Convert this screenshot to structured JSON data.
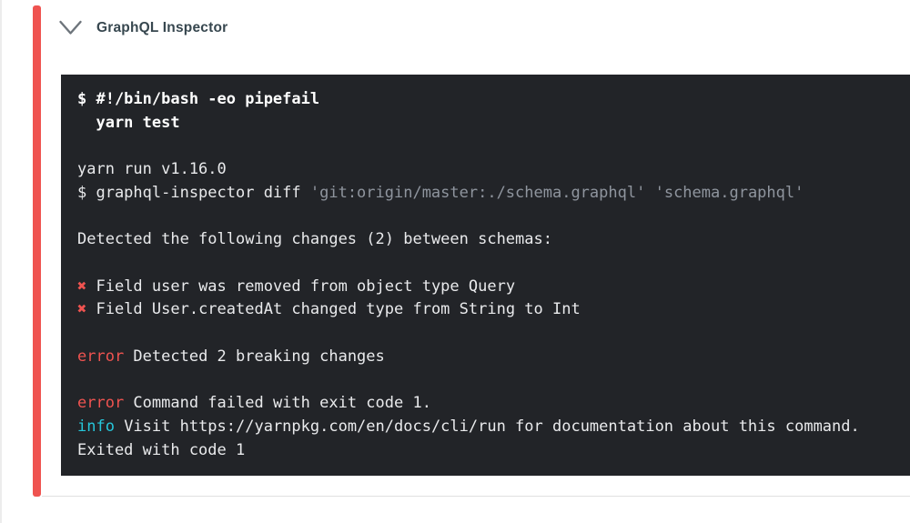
{
  "header": {
    "title": "GraphQL Inspector"
  },
  "colors": {
    "accent_red": "#ef5350",
    "terminal_bg": "#222428",
    "terminal_text": "#e9eaec",
    "dim_text": "#8f959e",
    "error_red": "#ef5350",
    "info_cyan": "#26c6da"
  },
  "icons": {
    "collapse": "chevron-down-icon"
  },
  "terminal": {
    "lines": [
      [
        {
          "t": "$ #!/bin/bash -eo pipefail",
          "s": "cmd"
        }
      ],
      [
        {
          "t": "  yarn test",
          "s": "cmd"
        }
      ],
      [],
      [
        {
          "t": "yarn run v1.16.0",
          "s": "plain"
        }
      ],
      [
        {
          "t": "$ graphql-inspector diff ",
          "s": "plain"
        },
        {
          "t": "'git:origin/master:./schema.graphql'",
          "s": "dim"
        },
        {
          "t": " ",
          "s": "plain"
        },
        {
          "t": "'schema.graphql'",
          "s": "dim"
        }
      ],
      [],
      [
        {
          "t": "Detected the following changes (2) between schemas:",
          "s": "plain"
        }
      ],
      [],
      [
        {
          "t": "✖",
          "s": "red"
        },
        {
          "t": " Field user was removed from object type Query",
          "s": "plain"
        }
      ],
      [
        {
          "t": "✖",
          "s": "red"
        },
        {
          "t": " Field User.createdAt changed type from String to Int",
          "s": "plain"
        }
      ],
      [],
      [
        {
          "t": "error",
          "s": "red"
        },
        {
          "t": " Detected 2 breaking changes",
          "s": "plain"
        }
      ],
      [],
      [
        {
          "t": "error",
          "s": "red"
        },
        {
          "t": " Command failed with exit code 1.",
          "s": "plain"
        }
      ],
      [
        {
          "t": "info",
          "s": "cyan"
        },
        {
          "t": " Visit https://yarnpkg.com/en/docs/cli/run for documentation about this command.",
          "s": "plain"
        }
      ],
      [
        {
          "t": "Exited with code 1",
          "s": "plain"
        }
      ]
    ]
  }
}
